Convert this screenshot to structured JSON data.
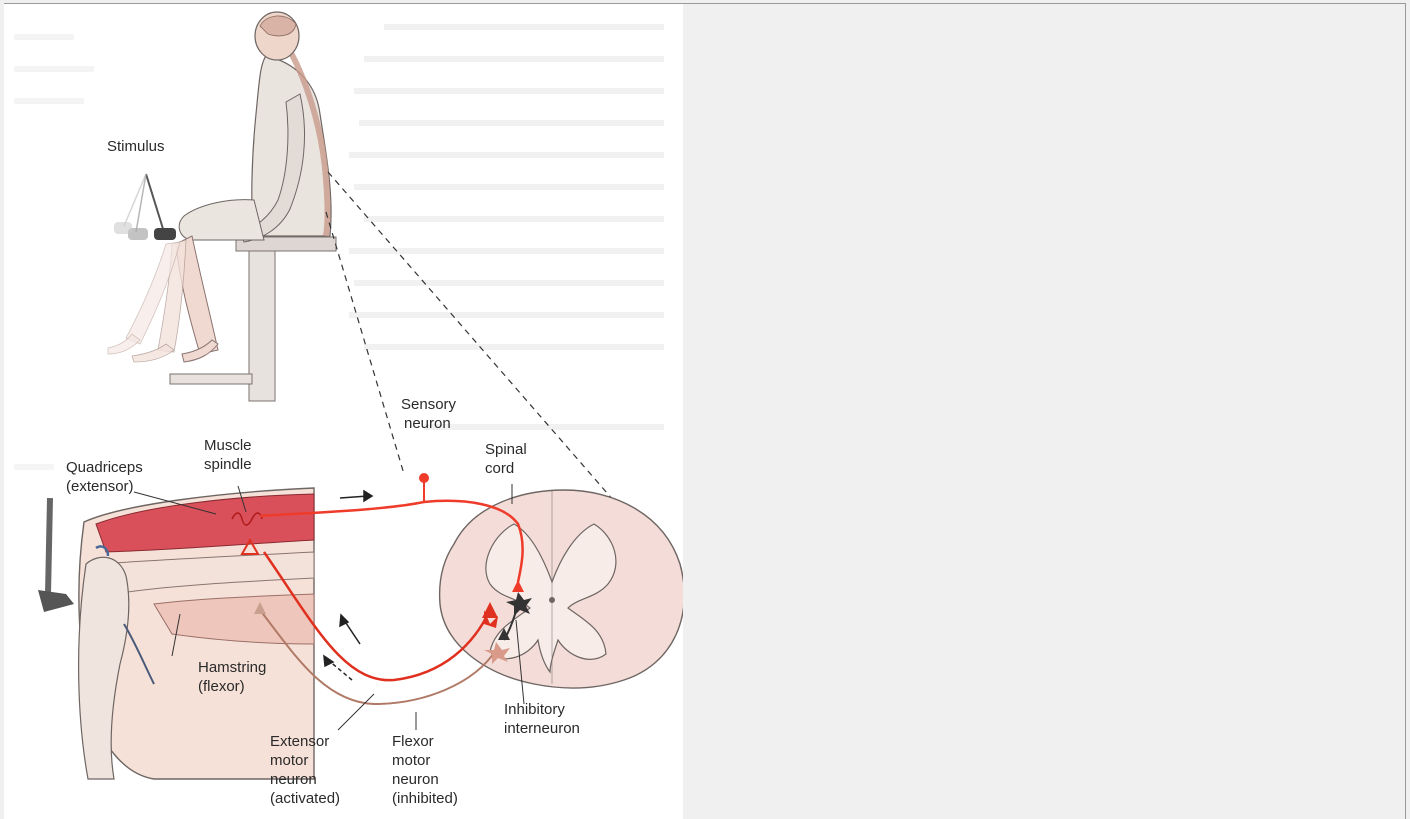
{
  "figure": {
    "labels": {
      "stimulus": "Stimulus",
      "sensory_neuron": [
        "Sensory",
        "neuron"
      ],
      "muscle_spindle": [
        "Muscle",
        "spindle"
      ],
      "quadriceps": [
        "Quadriceps",
        "(extensor)"
      ],
      "spinal_cord": [
        "Spinal",
        "cord"
      ],
      "hamstring": [
        "Hamstring",
        "(flexor)"
      ],
      "inhibitory_interneuron": [
        "Inhibitory",
        "interneuron"
      ],
      "extensor_motor_neuron": [
        "Extensor",
        "motor",
        "neuron",
        "(activated)"
      ],
      "flexor_motor_neuron": [
        "Flexor",
        "motor",
        "neuron",
        "(inhibited)"
      ]
    },
    "colors": {
      "sensory_path": "#ee3b2a",
      "extensor_motor_path": "#e0301f",
      "flexor_motor_path": "#b07a66",
      "muscle_quadriceps": "#d9505a",
      "skin": "#f3d9cf",
      "spinal_cord": "#f4dcd8",
      "interneuron": "#333333"
    }
  }
}
